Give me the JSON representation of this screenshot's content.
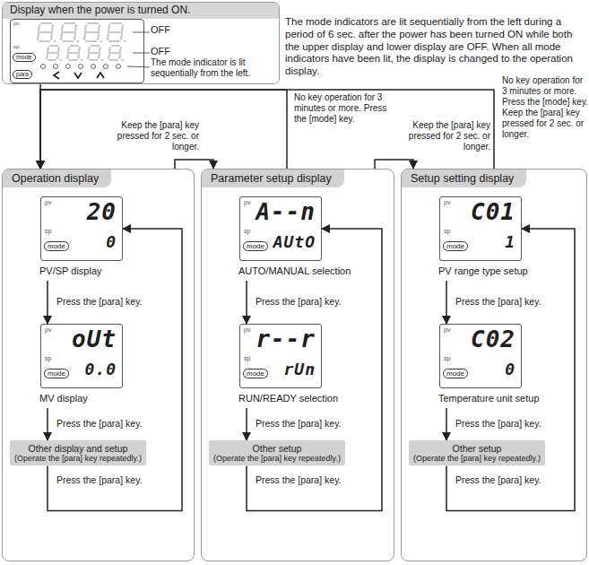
{
  "diagram": {
    "nodes": [
      {
        "text": [
          "Display when the power is turned ON."
        ]
      },
      {
        "text": [
          "pv",
          "sp",
          "mode",
          "para"
        ],
        "in": 0
      },
      {
        "text": [
          "Operation display"
        ]
      },
      {
        "text": [
          "pv",
          "20",
          "sp",
          "mode",
          "0",
          "PV/SP display"
        ],
        "in": 2
      },
      {
        "text": [
          "pv",
          "oUt",
          "sp",
          "mode",
          "0.0",
          "MV display"
        ],
        "in": 2
      },
      {
        "text": [
          "Other display and setup",
          "(Operate the [para] key repeatedly.)"
        ],
        "in": 2
      },
      {
        "text": [
          "Parameter setup display"
        ]
      },
      {
        "text": [
          "pv",
          "A--n",
          "sp",
          "mode",
          "AUtO",
          "AUTO/MANUAL selection"
        ],
        "in": 6
      },
      {
        "text": [
          "pv",
          "r--r",
          "sp",
          "mode",
          "rUn",
          "RUN/READY selection"
        ],
        "in": 6
      },
      {
        "text": [
          "Other setup",
          "(Operate the [para] key repeatedly.)"
        ],
        "in": 6
      },
      {
        "text": [
          "Setup setting display"
        ]
      },
      {
        "text": [
          "pv",
          "C01",
          "sp",
          "mode",
          "1",
          "PV range type setup"
        ],
        "in": 10
      },
      {
        "text": [
          "pv",
          "C02",
          "sp",
          "mode",
          "0",
          "Temperature unit setup"
        ],
        "in": 10
      },
      {
        "text": [
          "Other setup",
          "(Operate the [para] key repeatedly.)"
        ],
        "in": 10
      }
    ],
    "edges": [
      {
        "from": 0,
        "to": 2,
        "arrow": "to"
      },
      {
        "from": 3,
        "to": 4,
        "label": "Press the [para] key.",
        "arrow": "to"
      },
      {
        "from": 4,
        "to": 5,
        "label": "Press the [para] key.",
        "arrow": "to"
      },
      {
        "from": 5,
        "to": 3,
        "label": "Press the [para] key.",
        "arrow": "to"
      },
      {
        "from": 7,
        "to": 8,
        "label": "Press the [para] key.",
        "arrow": "to"
      },
      {
        "from": 8,
        "to": 9,
        "label": "Press the [para] key.",
        "arrow": "to"
      },
      {
        "from": 9,
        "to": 7,
        "label": "Press the [para] key.",
        "arrow": "to"
      },
      {
        "from": 11,
        "to": 12,
        "label": "Press the [para] key.",
        "arrow": "to"
      },
      {
        "from": 12,
        "to": 13,
        "label": "Press the [para] key.",
        "arrow": "to"
      },
      {
        "from": 13,
        "to": 11,
        "label": "Press the [para] key.",
        "arrow": "to"
      },
      {
        "from": 2,
        "to": 6,
        "label": "Keep the [para] key pressed for 2 sec. or longer.",
        "arrow": "to"
      },
      {
        "from": 6,
        "to": 10,
        "label": "Keep the [para] key pressed for 2 sec. or longer.",
        "arrow": "to"
      },
      {
        "from": 6,
        "to": 2,
        "label": "No key operation for 3 minutes or more. Press the [mode] key.",
        "arrow": "to"
      },
      {
        "from": 10,
        "to": 2,
        "label": "No key operation for 3 minutes or more. Press the [mode] key. Keep the [para] key pressed for 2 sec. or longer.",
        "arrow": "to"
      }
    ],
    "labels": [
      "The mode indicators are lit sequentially from the left during a period of 6 sec. after the power has been turned ON while both the upper display and lower display are OFF. When all mode indicators have been lit, the display is changed to the operation display.",
      "OFF",
      "OFF",
      "The mode indicator is lit sequentially from the left."
    ]
  }
}
